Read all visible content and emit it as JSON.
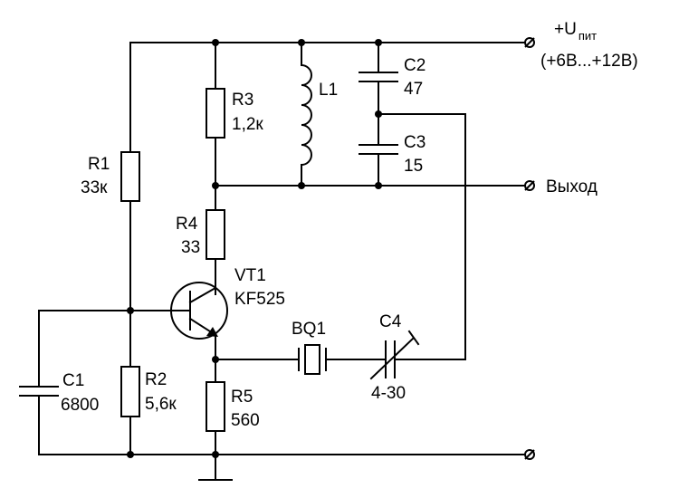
{
  "supply": {
    "label_main": "+U",
    "label_sub": "пит",
    "range": "(+6В...+12В)"
  },
  "output": {
    "label": "Выход"
  },
  "components": {
    "r1": {
      "ref": "R1",
      "value": "33к"
    },
    "r2": {
      "ref": "R2",
      "value": "5,6к"
    },
    "r3": {
      "ref": "R3",
      "value": "1,2к"
    },
    "r4": {
      "ref": "R4",
      "value": "33"
    },
    "r5": {
      "ref": "R5",
      "value": "560"
    },
    "l1": {
      "ref": "L1"
    },
    "c1": {
      "ref": "C1",
      "value": "6800"
    },
    "c2": {
      "ref": "C2",
      "value": "47"
    },
    "c3": {
      "ref": "C3",
      "value": "15"
    },
    "c4": {
      "ref": "C4",
      "value": "4-30"
    },
    "bq1": {
      "ref": "BQ1"
    },
    "vt1": {
      "ref": "VT1",
      "value": "KF525"
    }
  }
}
